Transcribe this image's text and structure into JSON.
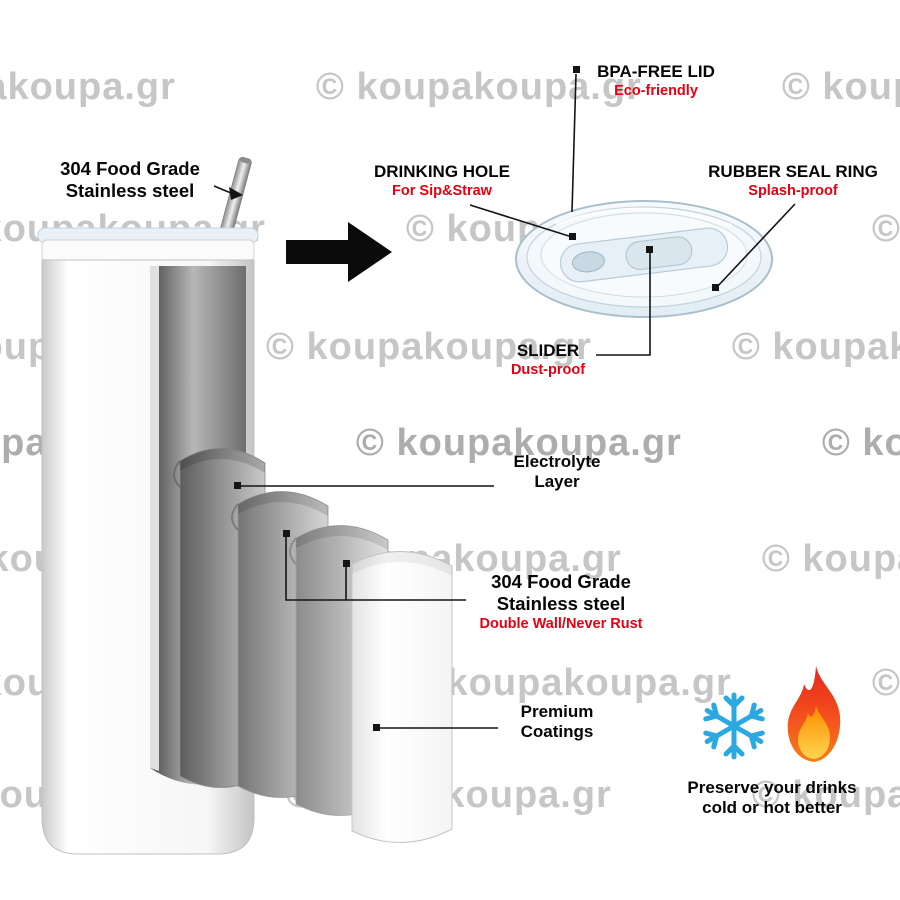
{
  "watermark": {
    "text": "© koupakoupa.gr"
  },
  "labels": {
    "steel_top": {
      "line1": "304 Food Grade",
      "line2": "Stainless steel"
    },
    "bpa_free_lid": {
      "title": "BPA-FREE LID",
      "subtitle": "Eco-friendly"
    },
    "drinking_hole": {
      "title": "DRINKING HOLE",
      "subtitle": "For Sip&Straw"
    },
    "rubber_seal_ring": {
      "title": "RUBBER SEAL RING",
      "subtitle": "Splash-proof"
    },
    "slider": {
      "title": "SLIDER",
      "subtitle": "Dust-proof"
    },
    "electrolyte": {
      "line1": "Electrolyte",
      "line2": "Layer"
    },
    "steel_mid": {
      "line1": "304 Food Grade",
      "line2": "Stainless steel",
      "subtitle": "Double Wall/Never Rust"
    },
    "premium_coatings": {
      "line1": "Premium",
      "line2": "Coatings"
    },
    "preserve": {
      "line1": "Preserve your drinks",
      "line2": "cold or hot better"
    }
  },
  "icons": {
    "arrow_right": "black right arrow",
    "snowflake": "blue snowflake (cold)",
    "flame": "red-orange flame (hot)",
    "marker": "black square callout marker"
  },
  "colors": {
    "accent_red": "#e60012",
    "snowflake_blue": "#2aa9e0",
    "flame_orange": "#f4511e",
    "watermark_gray": "#c6c6c6"
  }
}
